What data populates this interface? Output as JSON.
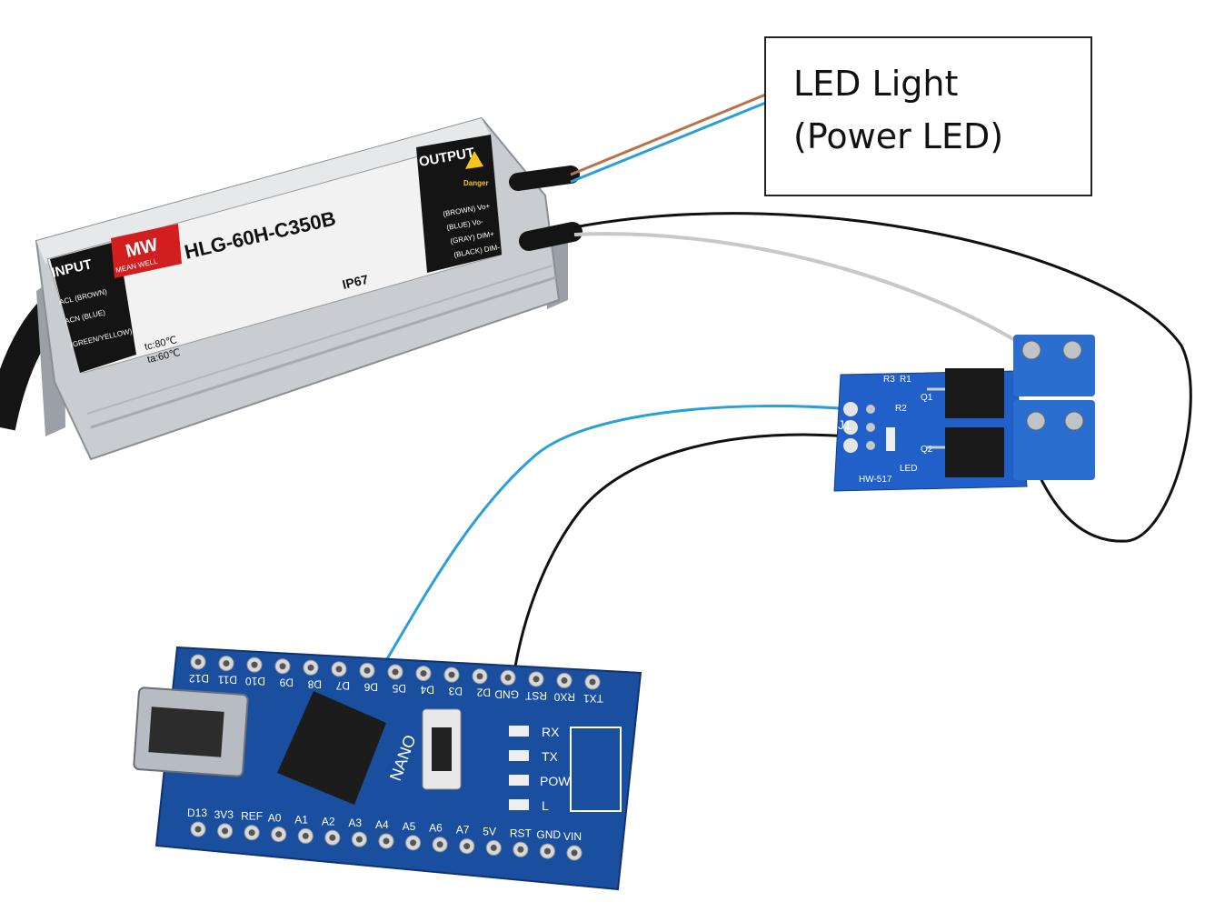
{
  "callout": {
    "line1": "LED Light",
    "line2": "(Power LED)"
  },
  "driver": {
    "brand": "MEAN WELL",
    "brand_short": "MW",
    "model": "HLG-60H-C350B",
    "input_label": "INPUT",
    "output_label": "OUTPUT",
    "input_pins": [
      "ACL (BROWN)",
      "ACN (BLUE)",
      "(GREEN/YELLOW)"
    ],
    "output_pins": [
      "(BROWN) Vo+",
      "(BLUE) Vo-",
      "(GRAY) DIM+",
      "(BLACK) DIM-"
    ],
    "ip_rating": "IP67",
    "tc": "tc:80℃",
    "ta": "ta:60℃",
    "danger": "Danger"
  },
  "mosfet_module": {
    "name": "HW-517",
    "labels": [
      "R3",
      "R1",
      "R2",
      "Q1",
      "Q2",
      "J1",
      "LED"
    ]
  },
  "nano": {
    "name": "NANO",
    "top_pins": [
      "D12",
      "D11",
      "D10",
      "D9",
      "D8",
      "D7",
      "D6",
      "D5",
      "D4",
      "D3",
      "D2",
      "GND",
      "RST",
      "RX0",
      "TX1"
    ],
    "bottom_pins": [
      "D13",
      "3V3",
      "REF",
      "A0",
      "A1",
      "A2",
      "A3",
      "A4",
      "A5",
      "A6",
      "A7",
      "5V",
      "RST",
      "GND",
      "VIN"
    ],
    "leds": [
      "RX",
      "TX",
      "POW",
      "L"
    ]
  },
  "colors": {
    "wire_brown": "#b8734a",
    "wire_blue": "#2a9fd8",
    "wire_gray": "#c8c8c8",
    "wire_black": "#111111",
    "pcb_blue": "#1a4fa0",
    "terminal_blue": "#2a6fd0"
  }
}
